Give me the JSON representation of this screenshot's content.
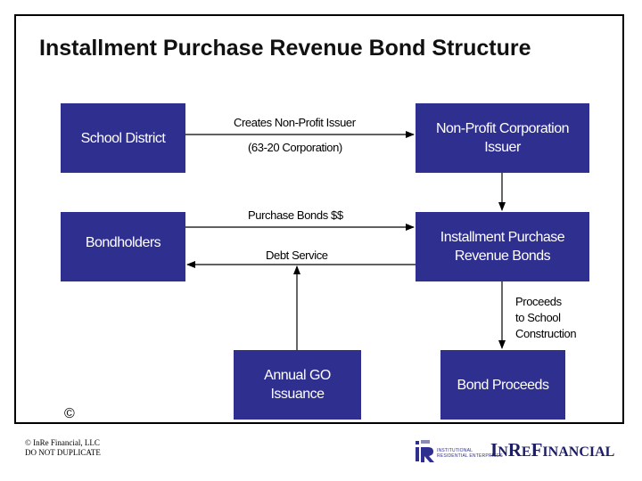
{
  "title": "Installment Purchase Revenue Bond Structure",
  "boxes": {
    "school_district": "School District",
    "nonprofit_line1": "Non-Profit Corporation",
    "nonprofit_line2": "Issuer",
    "bondholders": "Bondholders",
    "installment_line1": "Installment Purchase",
    "installment_line2": "Revenue Bonds",
    "annual_go_line1": "Annual GO",
    "annual_go_line2": "Issuance",
    "bond_proceeds": "Bond Proceeds"
  },
  "labels": {
    "creates_issuer": "Creates Non-Profit Issuer",
    "corporation_type": "(63-20 Corporation)",
    "purchase_bonds": "Purchase Bonds $$",
    "debt_service": "Debt Service",
    "proceeds_line1": "Proceeds",
    "proceeds_line2": "to School",
    "proceeds_line3": "Construction"
  },
  "copyright_symbol": "©",
  "footer": {
    "line1": "© InRe Financial, LLC",
    "line2": "DO NOT DUPLICATE"
  },
  "logo": {
    "small_line1": "INSTITUTIONAL",
    "small_line2": "RESIDENTIAL ENTERPRISES",
    "word_in": "I",
    "word_n": "N",
    "word_re": "R",
    "word_e": "E",
    "word_f": "F",
    "word_inancial": "INANCIAL"
  },
  "colors": {
    "box_fill": "#2f2f8f",
    "box_text": "#ffffff"
  }
}
